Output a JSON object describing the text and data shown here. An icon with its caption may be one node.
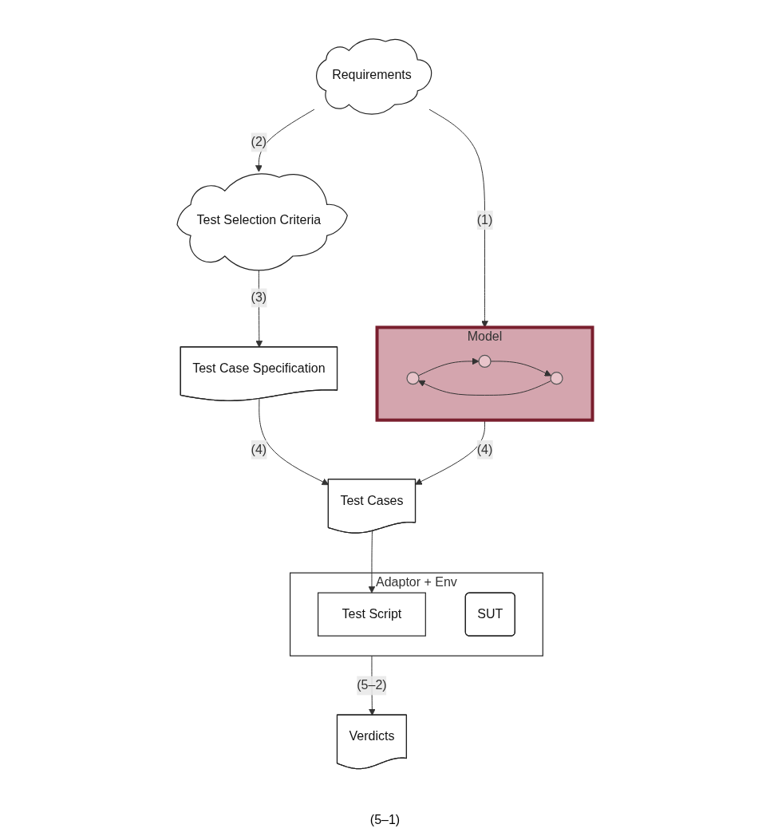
{
  "diagram": {
    "nodes": [
      {
        "text": [
          "Test Selection Criteria"
        ]
      },
      {
        "text": [
          "Requirements"
        ]
      },
      {
        "text": [
          "Test Case Specification"
        ]
      },
      {
        "text": [
          "Model"
        ]
      },
      {
        "text": [],
        "shape": "circle",
        "in": 3
      },
      {
        "text": [],
        "shape": "circle",
        "in": 3
      },
      {
        "text": [],
        "shape": "circle",
        "in": 3
      },
      {
        "text": [
          "Test Cases"
        ]
      },
      {
        "text": [
          "Adaptor + Env"
        ]
      },
      {
        "text": [
          "Test Script"
        ],
        "in": 8
      },
      {
        "text": [
          "SUT"
        ],
        "in": 8
      },
      {
        "text": [
          "Verdicts"
        ]
      }
    ],
    "edges": [
      {
        "from": 1,
        "to": 0,
        "arrow": "to",
        "label": "(2)"
      },
      {
        "from": 1,
        "to": 3,
        "arrow": "to",
        "label": "(1)"
      },
      {
        "from": 0,
        "to": 2,
        "arrow": "to",
        "label": "(3)"
      },
      {
        "from": 4,
        "to": 5,
        "arrow": "to"
      },
      {
        "from": 5,
        "to": 6,
        "arrow": "to"
      },
      {
        "from": 6,
        "to": 4,
        "arrow": "to"
      },
      {
        "from": 2,
        "to": 7,
        "arrow": "to",
        "label": "(4)"
      },
      {
        "from": 3,
        "to": 7,
        "arrow": "to",
        "label": "(4)"
      },
      {
        "from": 7,
        "to": 9,
        "arrow": "to"
      },
      {
        "from": 8,
        "to": 11,
        "arrow": "to",
        "label": "(5–2)"
      }
    ],
    "labels": [
      "(5–1)"
    ]
  }
}
